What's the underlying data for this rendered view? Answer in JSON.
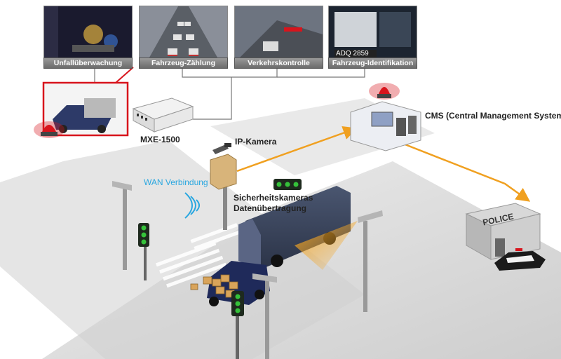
{
  "panels": [
    {
      "caption": "Unfallüberwachung"
    },
    {
      "caption": "Fahrzeug-Zählung"
    },
    {
      "caption": "Verkehrskontrolle"
    },
    {
      "caption": "Fahrzeug-Identifikation",
      "plate": "ADQ 2859"
    }
  ],
  "labels": {
    "device": "MXE-1500",
    "ip_camera": "IP-Kamera",
    "wan": "WAN Verbindung",
    "security_line1": "Sicherheitskameras",
    "security_line2": "Datenübertragung",
    "cms": "CMS (Central Management System)",
    "police": "POLICE"
  },
  "colors": {
    "arrow": "#f0a020",
    "wan_text": "#2aa7e0",
    "alarm_red": "#d8141c",
    "traffic_green": "#35c23a"
  }
}
